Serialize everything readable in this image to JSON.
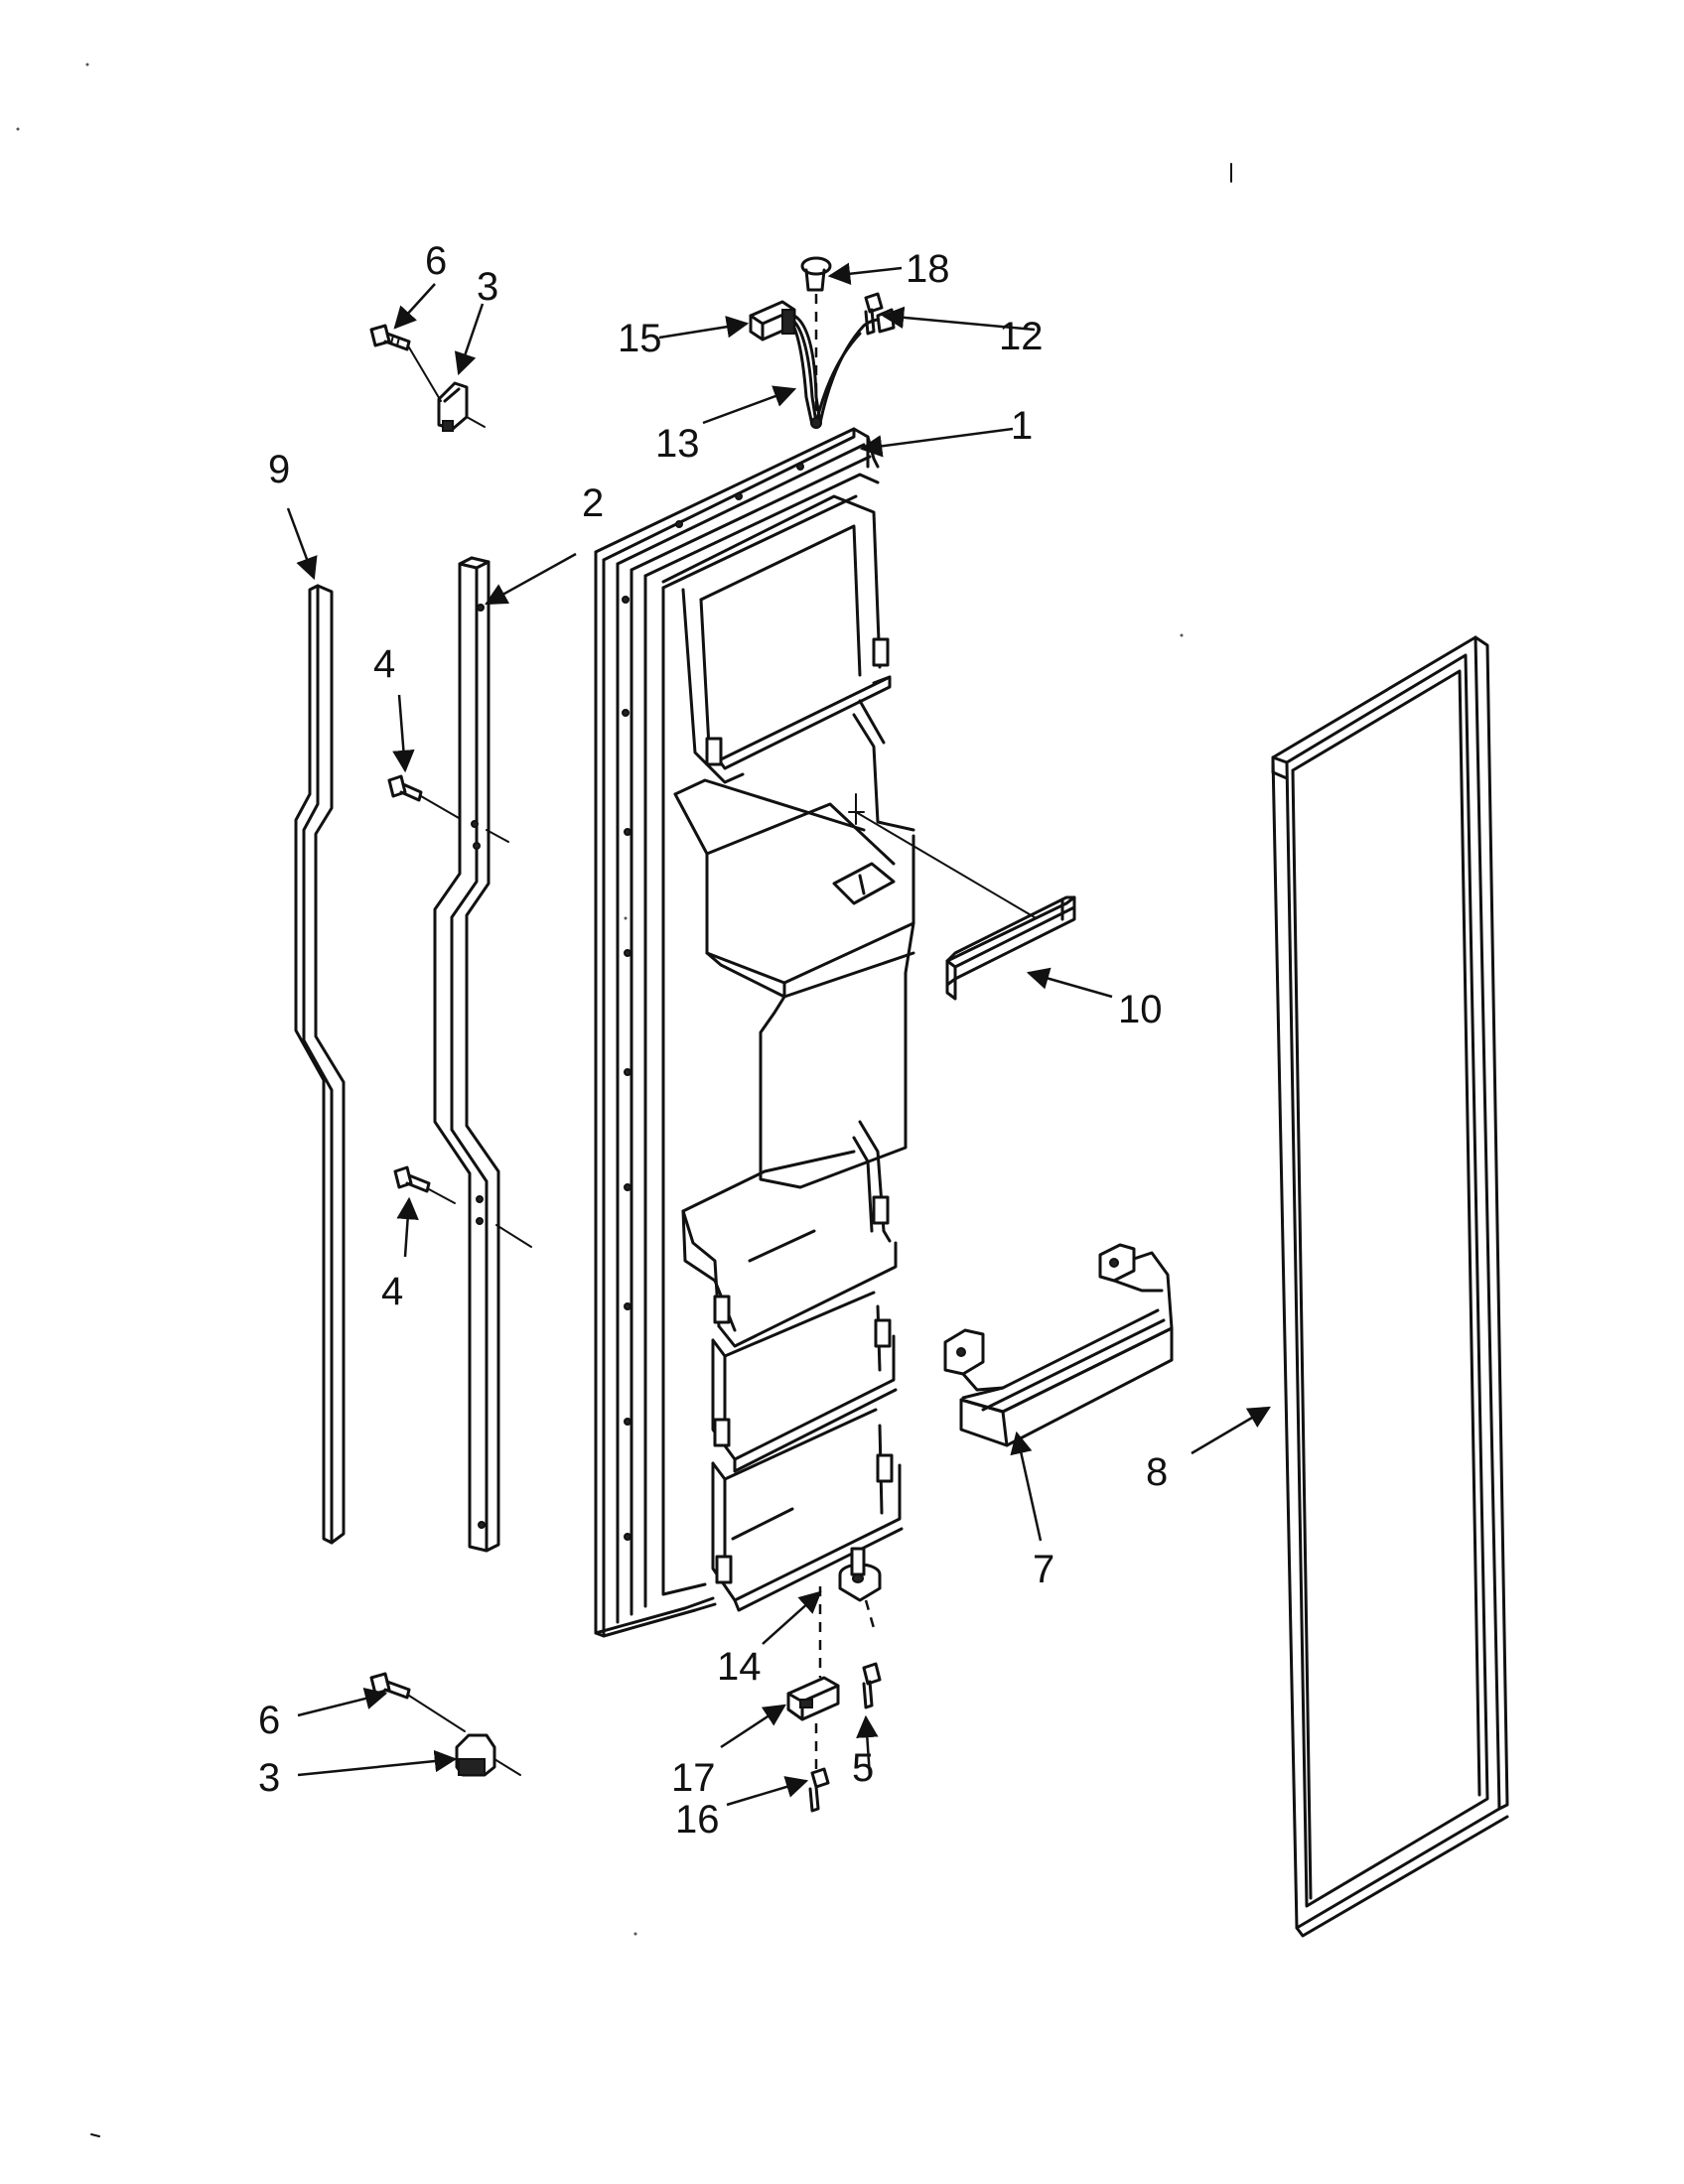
{
  "diagram": {
    "callouts": [
      {
        "id": "1",
        "text": "1"
      },
      {
        "id": "2",
        "text": "2"
      },
      {
        "id": "3a",
        "text": "3"
      },
      {
        "id": "3b",
        "text": "3"
      },
      {
        "id": "4a",
        "text": "4"
      },
      {
        "id": "4b",
        "text": "4"
      },
      {
        "id": "5",
        "text": "5"
      },
      {
        "id": "6a",
        "text": "6"
      },
      {
        "id": "6b",
        "text": "6"
      },
      {
        "id": "7",
        "text": "7"
      },
      {
        "id": "8",
        "text": "8"
      },
      {
        "id": "9",
        "text": "9"
      },
      {
        "id": "10",
        "text": "10"
      },
      {
        "id": "12",
        "text": "12"
      },
      {
        "id": "13",
        "text": "13"
      },
      {
        "id": "14",
        "text": "14"
      },
      {
        "id": "15",
        "text": "15"
      },
      {
        "id": "16",
        "text": "16"
      },
      {
        "id": "17",
        "text": "17"
      },
      {
        "id": "18",
        "text": "18"
      }
    ]
  }
}
